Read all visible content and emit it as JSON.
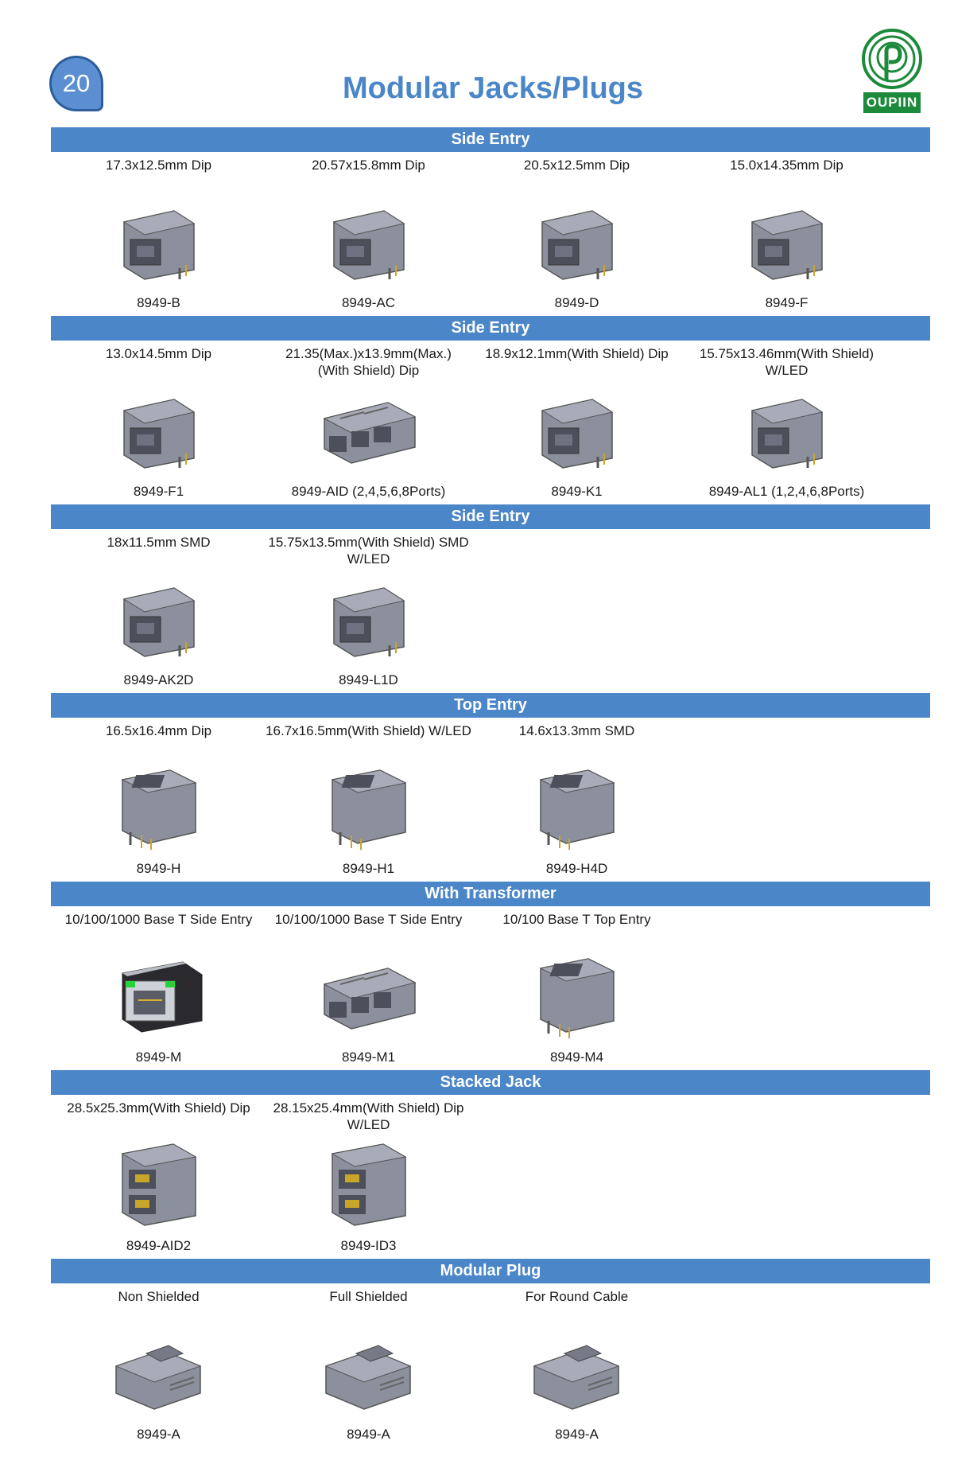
{
  "header": {
    "page_number": "20",
    "title": "Modular Jacks/Plugs",
    "logo_text": "OUPIIN"
  },
  "colors": {
    "accent": "#4a86c8",
    "logo_green": "#1c8a3b",
    "product_gray": "#8c8f9c"
  },
  "sections": [
    {
      "title": "Side Entry",
      "items": [
        {
          "spec": "17.3x12.5mm Dip",
          "part": "8949-B",
          "icon": "rj45-jack-icon"
        },
        {
          "spec": "20.57x15.8mm  Dip",
          "part": "8949-AC",
          "icon": "rj45-jack-icon"
        },
        {
          "spec": "20.5x12.5mm Dip",
          "part": "8949-D",
          "icon": "rj45-jack-icon"
        },
        {
          "spec": "15.0x14.35mm Dip",
          "part": "8949-F",
          "icon": "rj45-jack-icon"
        }
      ]
    },
    {
      "title": "Side Entry",
      "items": [
        {
          "spec": "13.0x14.5mm Dip",
          "part": "8949-F1",
          "icon": "rj45-jack-icon"
        },
        {
          "spec": "21.35(Max.)x13.9mm(Max.)\n(With Shield) Dip",
          "part": "8949-AID (2,4,5,6,8Ports)",
          "icon": "multi-port-jack-icon"
        },
        {
          "spec": "18.9x12.1mm(With Shield) Dip",
          "part": "8949-K1",
          "icon": "rj45-jack-icon"
        },
        {
          "spec": "15.75x13.46mm(With Shield)\nW/LED",
          "part": "8949-AL1 (1,2,4,6,8Ports)",
          "icon": "rj45-jack-icon"
        }
      ]
    },
    {
      "title": "Side Entry",
      "items": [
        {
          "spec": "18x11.5mm SMD",
          "part": "8949-AK2D",
          "icon": "rj45-jack-icon"
        },
        {
          "spec": "15.75x13.5mm(With Shield) SMD\nW/LED",
          "part": "8949-L1D",
          "icon": "rj45-jack-icon"
        }
      ]
    },
    {
      "title": "Top Entry",
      "items": [
        {
          "spec": "16.5x16.4mm Dip",
          "part": "8949-H",
          "icon": "top-entry-jack-icon"
        },
        {
          "spec": "16.7x16.5mm(With Shield) W/LED",
          "part": "8949-H1",
          "icon": "top-entry-jack-icon"
        },
        {
          "spec": "14.6x13.3mm SMD",
          "part": "8949-H4D",
          "icon": "top-entry-jack-icon"
        }
      ]
    },
    {
      "title": "With Transformer",
      "items": [
        {
          "spec": "10/100/1000 Base T Side Entry",
          "part": "8949-M",
          "icon": "transformer-jack-icon"
        },
        {
          "spec": "10/100/1000 Base T Side Entry",
          "part": "8949-M1",
          "icon": "multi-port-jack-icon"
        },
        {
          "spec": "10/100 Base T Top Entry",
          "part": "8949-M4",
          "icon": "top-entry-jack-icon"
        }
      ]
    },
    {
      "title": "Stacked Jack",
      "items": [
        {
          "spec": "28.5x25.3mm(With Shield) Dip",
          "part": "8949-AID2",
          "icon": "stacked-jack-icon"
        },
        {
          "spec": "28.15x25.4mm(With Shield) Dip\nW/LED",
          "part": "8949-ID3",
          "icon": "stacked-jack-icon"
        }
      ]
    },
    {
      "title": "Modular Plug",
      "items": [
        {
          "spec": "Non Shielded",
          "part": "8949-A",
          "icon": "modular-plug-icon"
        },
        {
          "spec": "Full Shielded",
          "part": "8949-A",
          "icon": "modular-plug-icon"
        },
        {
          "spec": "For Round Cable",
          "part": "8949-A",
          "icon": "modular-plug-icon"
        }
      ]
    }
  ]
}
